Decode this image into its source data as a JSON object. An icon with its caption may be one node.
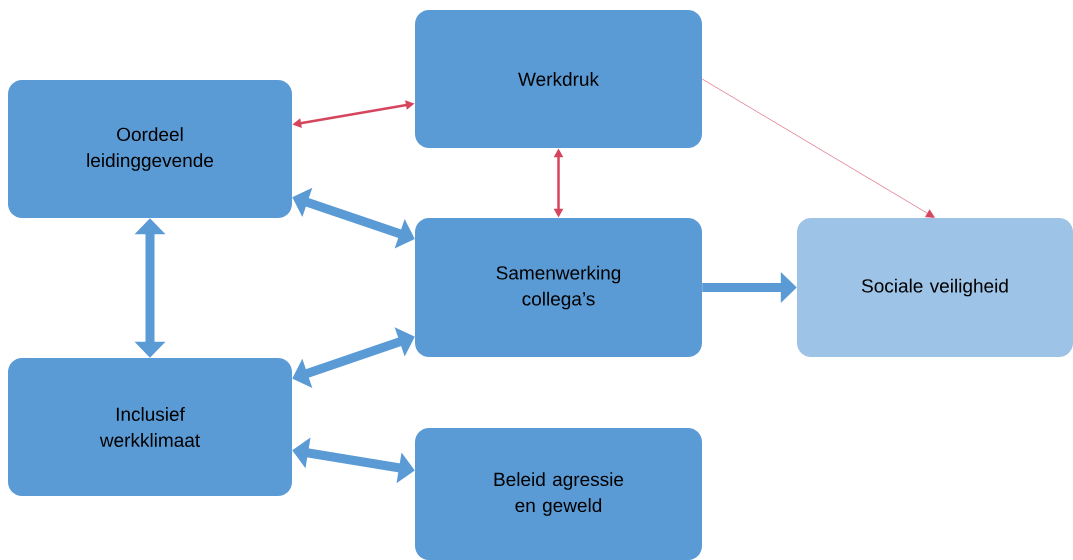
{
  "diagram": {
    "nodes": [
      {
        "text": [
          "Oordeel leidinggevende"
        ]
      },
      {
        "text": [
          "Werkdruk"
        ]
      },
      {
        "text": [
          "Samenwerking collega’s"
        ]
      },
      {
        "text": [
          "Sociale veiligheid"
        ]
      },
      {
        "text": [
          "Inclusief werkklimaat"
        ]
      },
      {
        "text": [
          "Beleid agressie en geweld"
        ]
      }
    ],
    "edges": [
      {
        "from": 0,
        "to": 1,
        "arrow": "both",
        "color": "#d6455e"
      },
      {
        "from": 1,
        "to": 2,
        "arrow": "both",
        "color": "#d6455e"
      },
      {
        "from": 1,
        "to": 3,
        "arrow": "to",
        "color": "#d6455e"
      },
      {
        "from": 0,
        "to": 2,
        "arrow": "both"
      },
      {
        "from": 0,
        "to": 4,
        "arrow": "both"
      },
      {
        "from": 2,
        "to": 4,
        "arrow": "both"
      },
      {
        "from": 2,
        "to": 3,
        "arrow": "to"
      },
      {
        "from": 4,
        "to": 5,
        "arrow": "both"
      }
    ]
  }
}
